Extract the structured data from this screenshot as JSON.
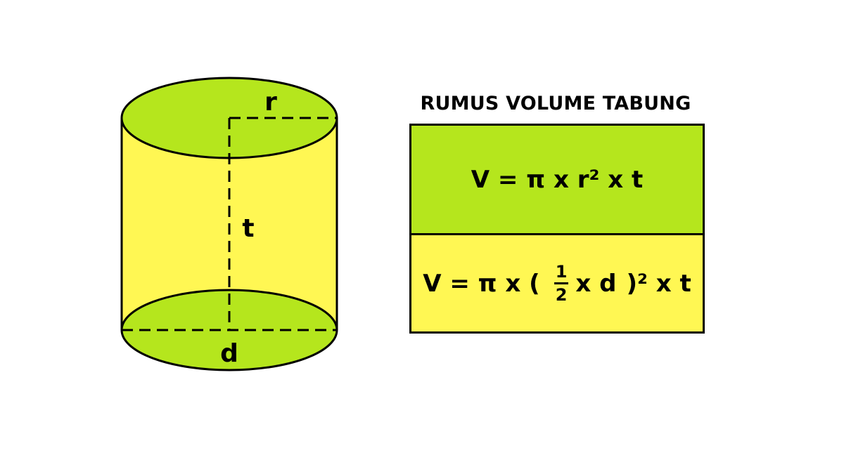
{
  "diagram": {
    "labels": {
      "radius": "r",
      "height": "t",
      "diameter": "d"
    },
    "colors": {
      "top_bottom_fill": "#b5e61d",
      "body_fill": "#fff753",
      "outline": "#000000"
    }
  },
  "formula_box": {
    "title": "RUMUS VOLUME TABUNG",
    "formula_1": "V = π x r² x t",
    "formula_2": {
      "prefix": "V = π x (",
      "fraction_numerator": "1",
      "fraction_denominator": "2",
      "middle": "x d",
      "suffix": ")² x t"
    },
    "colors": {
      "row_1_fill": "#b5e61d",
      "row_2_fill": "#fff753"
    }
  }
}
